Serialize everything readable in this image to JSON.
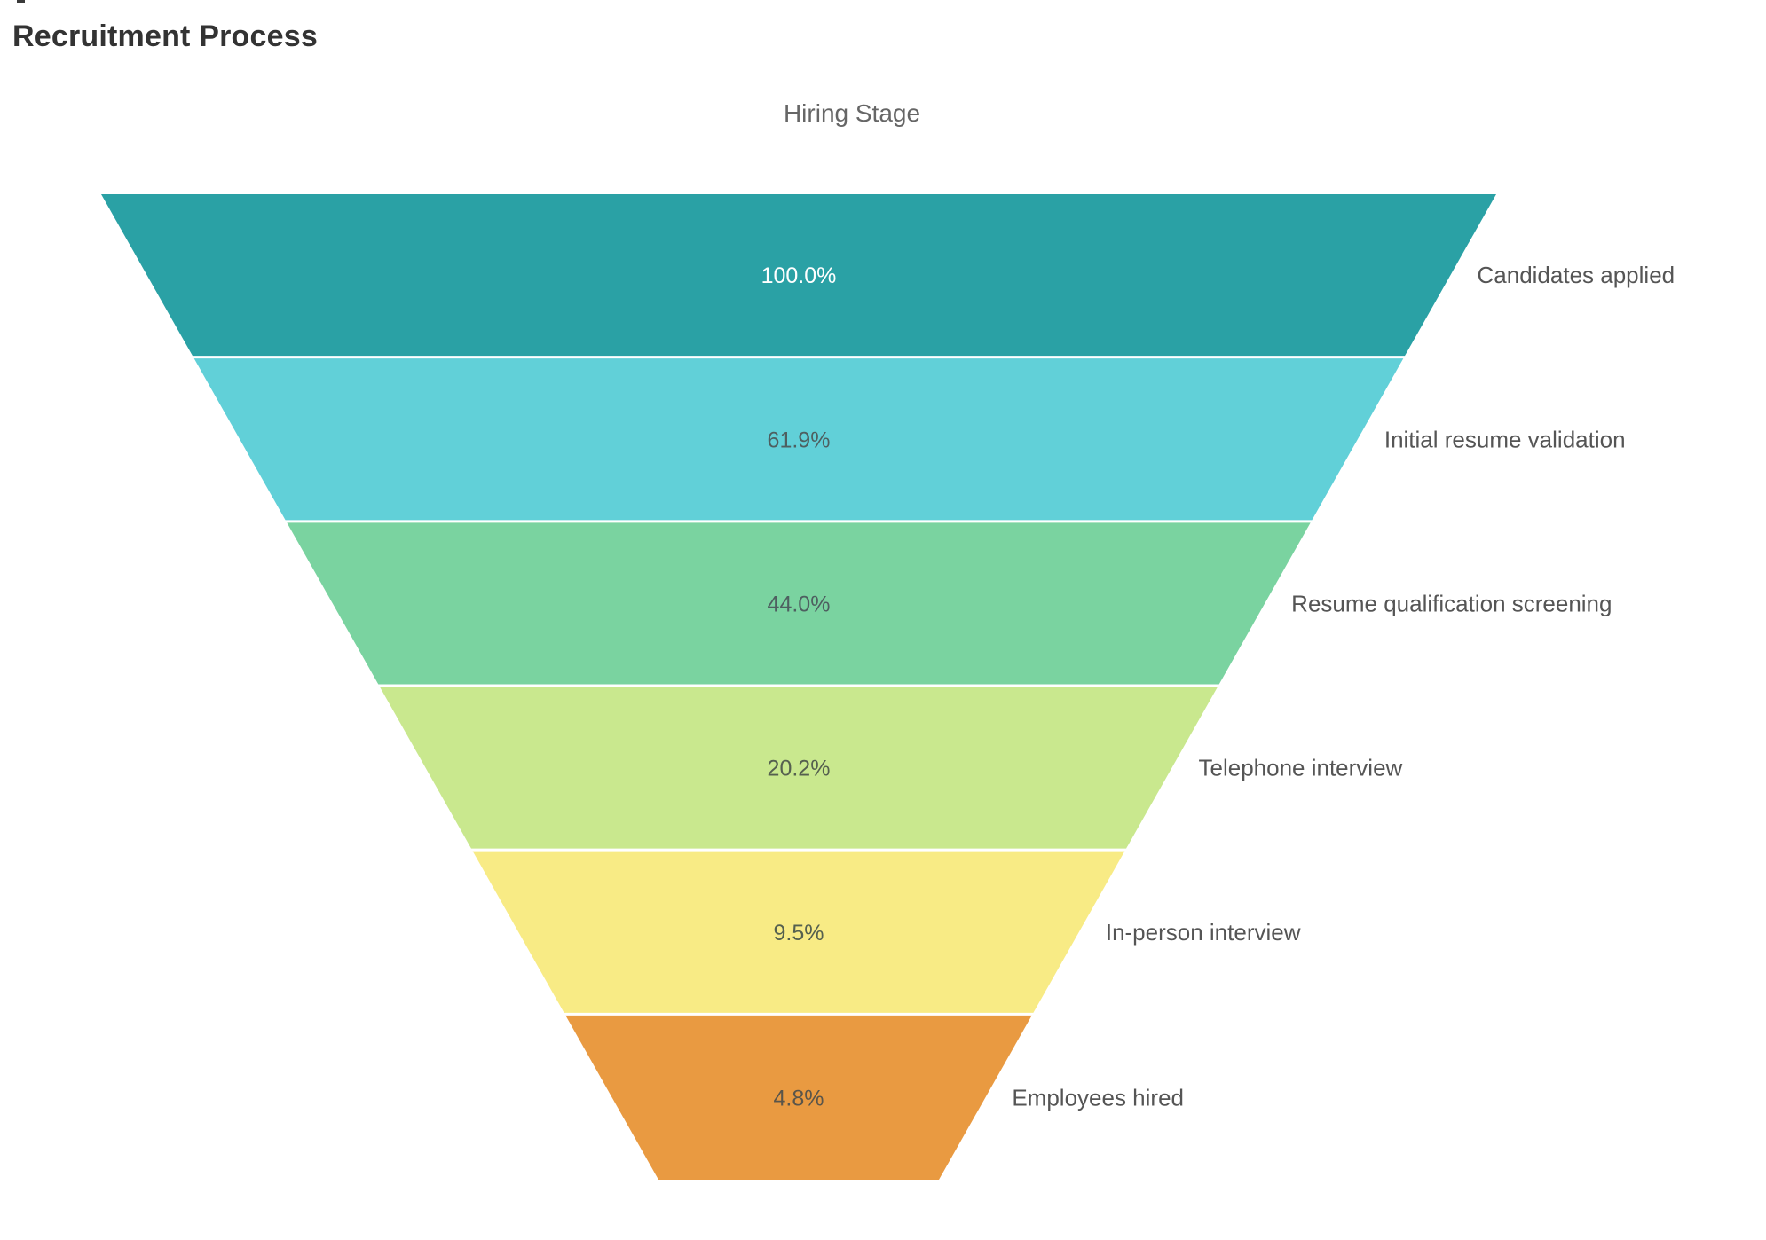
{
  "page": {
    "title": "Recruitment Process"
  },
  "chart_data": {
    "type": "funnel",
    "title": "Hiring Stage",
    "main_title": "Recruitment Process",
    "orientation": "inverted-pyramid",
    "legend_position": "right-of-segments",
    "stage_label_color": "#555555",
    "axis_title_color": "#666666",
    "stages": [
      {
        "label": "Candidates applied",
        "percent": 100.0,
        "percent_label": "100.0%",
        "color": "#2AA1A5",
        "text_color": "#FFFFFF"
      },
      {
        "label": "Initial resume validation",
        "percent": 61.9,
        "percent_label": "61.9%",
        "color": "#61D0D8",
        "text_color": "#4E5F60"
      },
      {
        "label": "Resume qualification screening",
        "percent": 44.0,
        "percent_label": "44.0%",
        "color": "#7AD3A0",
        "text_color": "#4E5F60"
      },
      {
        "label": "Telephone interview",
        "percent": 20.2,
        "percent_label": "20.2%",
        "color": "#C9E88E",
        "text_color": "#55604F"
      },
      {
        "label": "In-person interview",
        "percent": 9.5,
        "percent_label": "9.5%",
        "color": "#F8EB85",
        "text_color": "#55604F"
      },
      {
        "label": "Employees hired",
        "percent": 4.8,
        "percent_label": "4.8%",
        "color": "#E99A41",
        "text_color": "#5A554A"
      }
    ]
  }
}
